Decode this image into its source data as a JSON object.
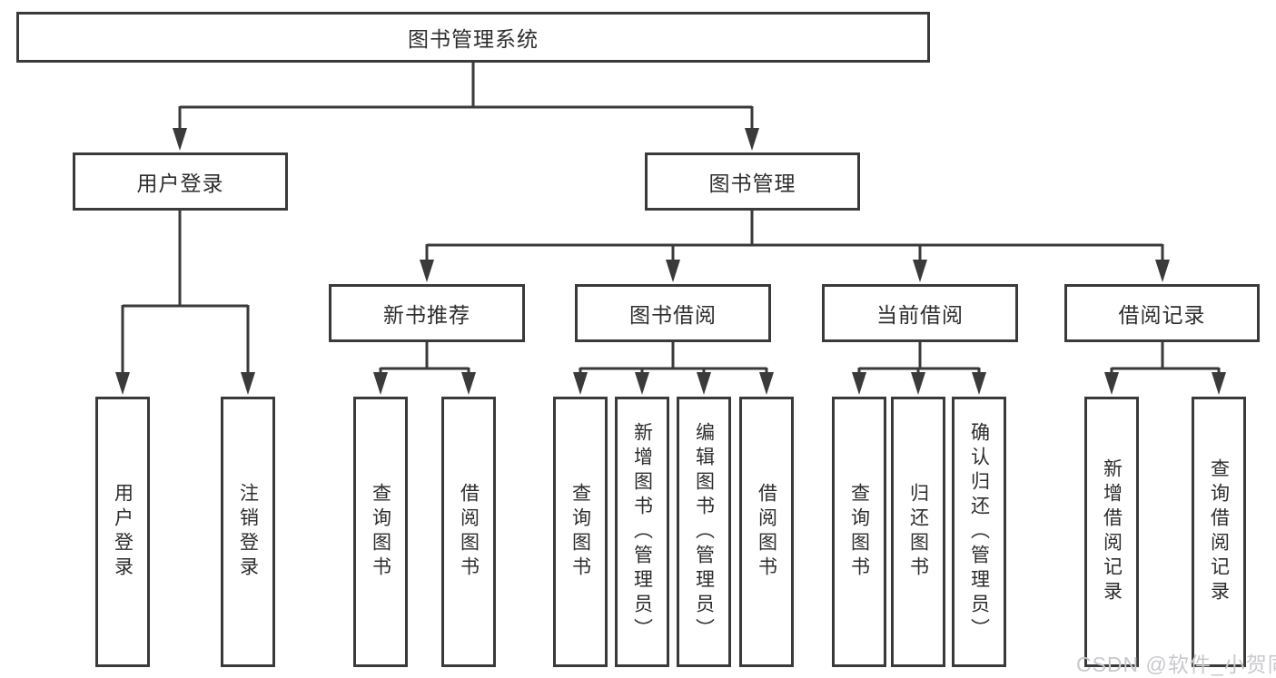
{
  "tree": {
    "root": {
      "label": "图书管理系统"
    },
    "user_branch": {
      "label": "用户登录",
      "children": [
        {
          "label": "用户登录"
        },
        {
          "label": "注销登录"
        }
      ]
    },
    "book_branch": {
      "label": "图书管理",
      "sections": [
        {
          "label": "新书推荐",
          "children": [
            {
              "label": "查询图书"
            },
            {
              "label": "借阅图书"
            }
          ]
        },
        {
          "label": "图书借阅",
          "children": [
            {
              "label": "查询图书"
            },
            {
              "label": "新增图书（管理员）"
            },
            {
              "label": "编辑图书（管理员）"
            },
            {
              "label": "借阅图书"
            }
          ]
        },
        {
          "label": "当前借阅",
          "children": [
            {
              "label": "查询图书"
            },
            {
              "label": "归还图书"
            },
            {
              "label": "确认归还（管理员）"
            }
          ]
        },
        {
          "label": "借阅记录",
          "children": [
            {
              "label": "新增借阅记录"
            },
            {
              "label": "查询借阅记录"
            }
          ]
        }
      ]
    }
  },
  "watermark": "CSDN @软件_小贺同学",
  "colors": {
    "line": "#3a3a3a",
    "box_background": "#ffffff",
    "text": "#2d2d2d",
    "watermark": "#c9c9cd"
  }
}
